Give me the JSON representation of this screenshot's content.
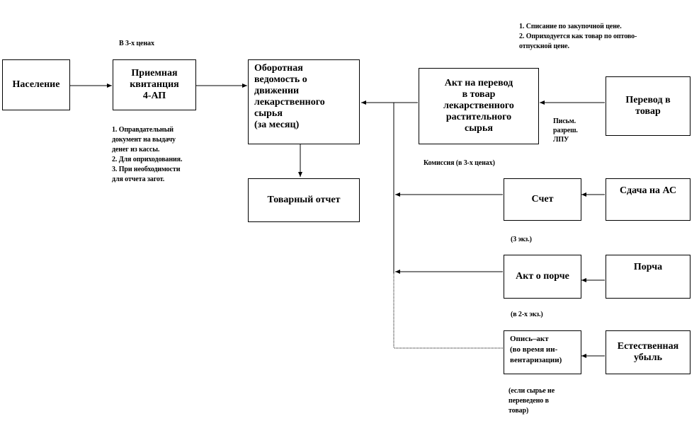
{
  "boxes": {
    "naselenie": "Население",
    "kvitanciya": "Приемная\nквитанция\n4-АП",
    "vedomost": "Оборотная\nведомость о\nдвижении\nлекарственного\nсырья\n(за месяц)",
    "tovarny_otchet": "Товарный отчет",
    "akt_perevod": "Акт на перевод\nв товар\nлекарственного\nрастительного\nсырья",
    "perevod_v_tovar": "Перевод в\nтовар",
    "schet": "Счет",
    "sdacha_as": "Сдача на АС",
    "akt_porche": "Акт о порче",
    "porcha": "Порча",
    "opis_akt": "Опись–акт\n(во время ин-\nвентаризации)",
    "estestvennaya_ubyl": "Естественная\nубыль"
  },
  "notes": {
    "v_3x_cenah": "В 3-х ценах",
    "kvitanciya_notes": "1. Оправдательный\nдокумент на выдачу\nденег из кассы.\n2. Для оприходования.\n3. При необходимости\nдля отчета загот.",
    "spisanie_notes": "1. Списание по закупочной цене.\n2. Оприходуется как товар по оптово-\nотпускной цене.",
    "pismo": "Письм.\nразреш.\nЛПУ",
    "komissiya": "Комиссия (в 3-х ценах)",
    "3_ekz": "(3 экз.)",
    "2_ekz": "(в 2-х экз.)",
    "esli_syrye": "(если сырье не\nпереведено в\nтовар)"
  }
}
